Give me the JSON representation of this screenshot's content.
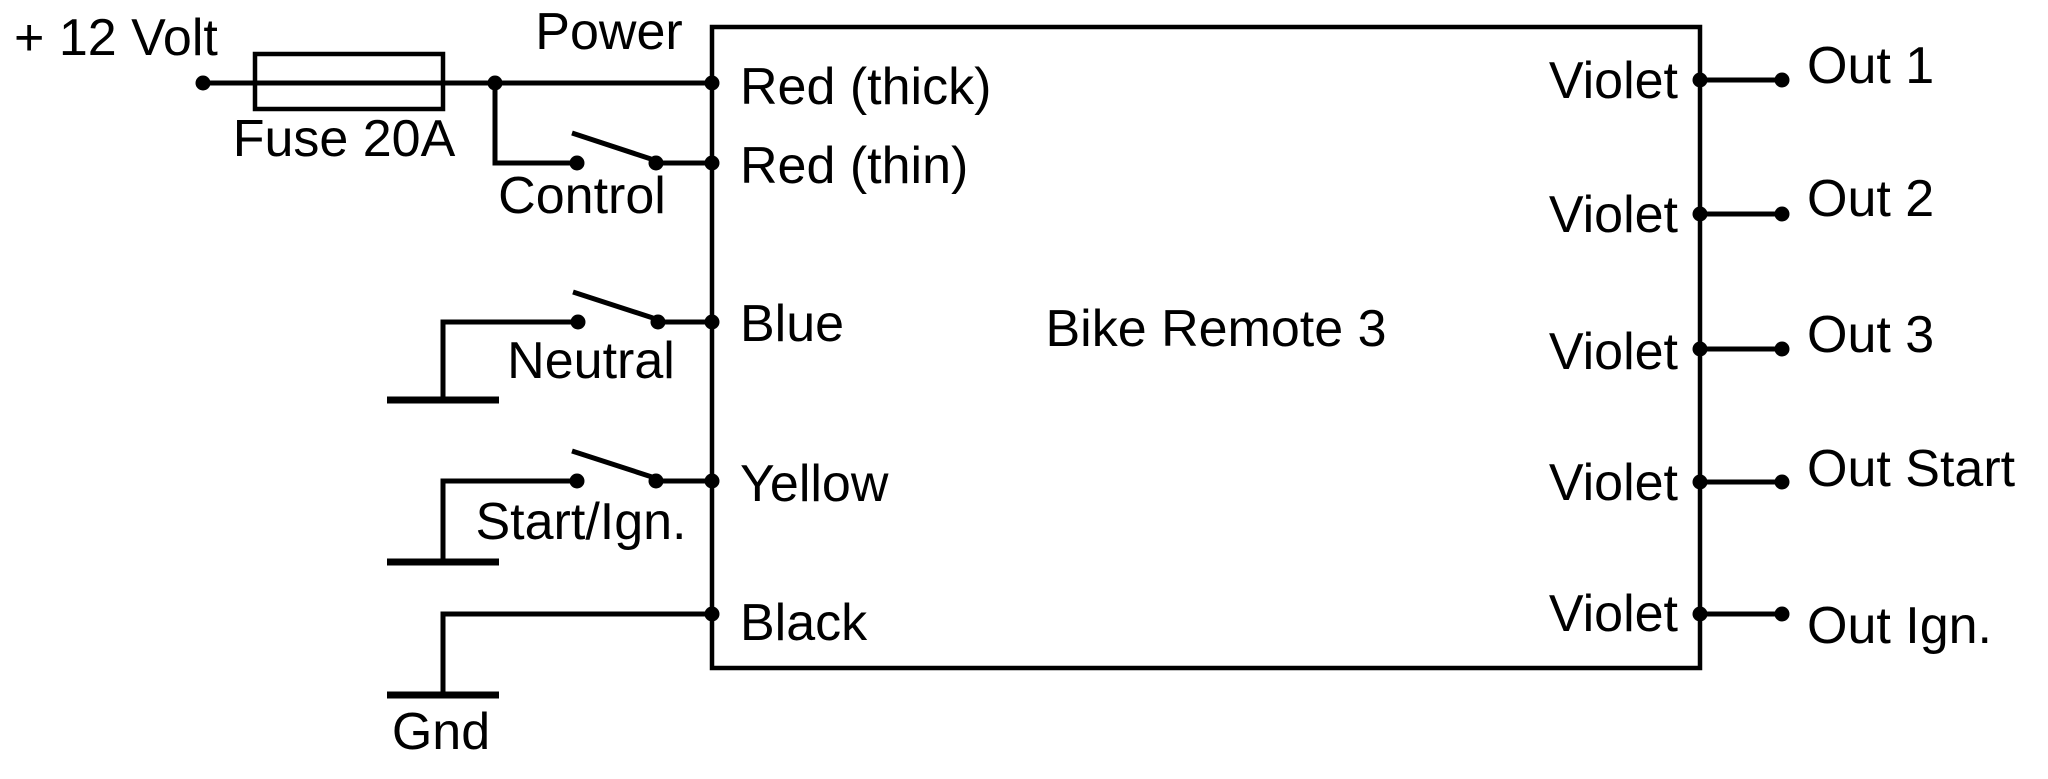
{
  "diagram_title": "Bike Remote 3",
  "power_chain": {
    "supply_label": "+ 12 Volt",
    "fuse_label": "Fuse 20A",
    "power_label": "Power",
    "control_label": "Control"
  },
  "switch_inputs": {
    "neutral_label": "Neutral",
    "start_ign_label": "Start/Ign.",
    "gnd_label": "Gnd"
  },
  "module_pins": {
    "red_thick": "Red (thick)",
    "red_thin": "Red (thin)",
    "blue": "Blue",
    "yellow": "Yellow",
    "black": "Black"
  },
  "outputs": [
    {
      "wire": "Violet",
      "label": "Out 1"
    },
    {
      "wire": "Violet",
      "label": "Out 2"
    },
    {
      "wire": "Violet",
      "label": "Out 3"
    },
    {
      "wire": "Violet",
      "label": "Out Start"
    },
    {
      "wire": "Violet",
      "label": "Out Ign."
    }
  ],
  "colors": {
    "ink": "#000000",
    "background": "#ffffff"
  }
}
